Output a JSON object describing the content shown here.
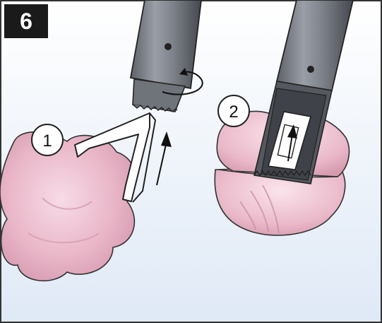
{
  "step_number": "6",
  "callouts": [
    {
      "label": "1"
    },
    {
      "label": "2"
    }
  ]
}
